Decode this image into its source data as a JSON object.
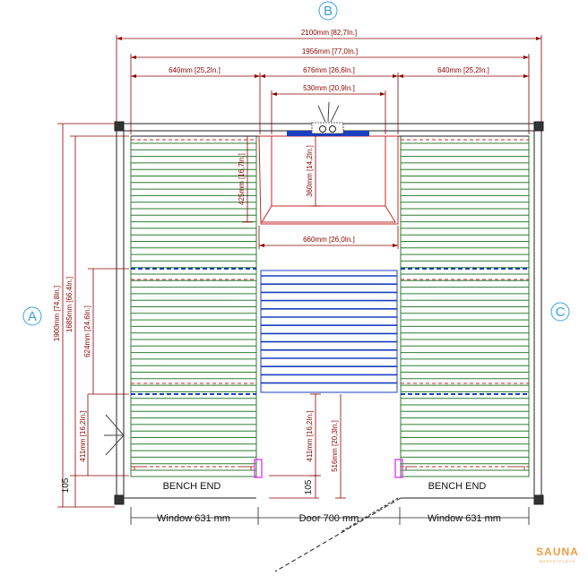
{
  "dimensions": {
    "total_width": "2100mm [82,7In.]",
    "inner_width": "1956mm [77,0In.]",
    "left_bench_width": "640mm [25,2In.]",
    "middle_width": "676mm [26,6In.]",
    "right_bench_width": "640mm [25,2In.]",
    "heater_width": "530mm [20,9In.]",
    "heater_guard_width": "660mm [26,0In.]",
    "heater_guard_depth": "425mm [16,7In.]",
    "heater_depth": "360mm [14,2In.]",
    "total_depth": "1900mm [74,8In.]",
    "inner_depth": "1685mm [66,4In.]",
    "upper_bench_depth": "624mm [24,6In.]",
    "lower_bench_depth_left": "411mm [16,2In.]",
    "lower_bench_depth_middle": "411mm [16,2In.]",
    "bench_to_door": "516mm [20,3In.]",
    "small_left": "105",
    "small_middle": "105"
  },
  "labels": {
    "bench_end_left": "BENCH END",
    "bench_end_right": "BENCH END",
    "window_left": "Window 631 mm",
    "door": "Door 700 mm",
    "window_right": "Window 631 mm"
  },
  "markers": {
    "top": "B",
    "left": "A",
    "right": "C"
  },
  "logo": {
    "title": "SAUNA",
    "subtitle": "MARKETPLACE"
  },
  "colors": {
    "dimension": "#8b0000",
    "bench_slats": "#2e7d32",
    "middle_bench": "#1a3fbf",
    "marker": "#3aa0e0",
    "bench_end_marker": "#e040fb",
    "logo": "#f29c43"
  }
}
